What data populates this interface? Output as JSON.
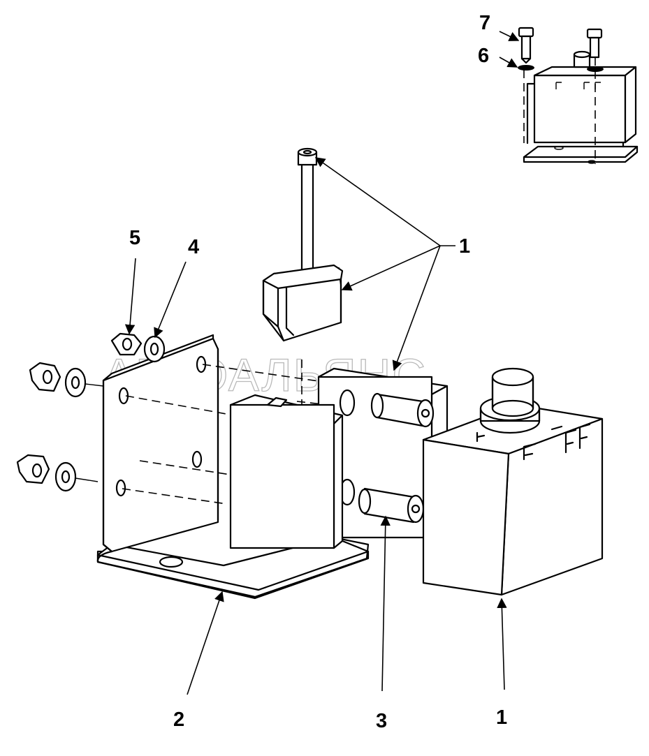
{
  "callouts": {
    "c1_top": "1",
    "c1_bottom": "1",
    "c2": "2",
    "c3": "3",
    "c4": "4",
    "c5": "5",
    "c6": "6",
    "c7": "7"
  },
  "watermark": "АВТОАЛЬЯНС",
  "colors": {
    "line": "#000000",
    "background": "#ffffff",
    "watermark": "#b9b9b9"
  }
}
